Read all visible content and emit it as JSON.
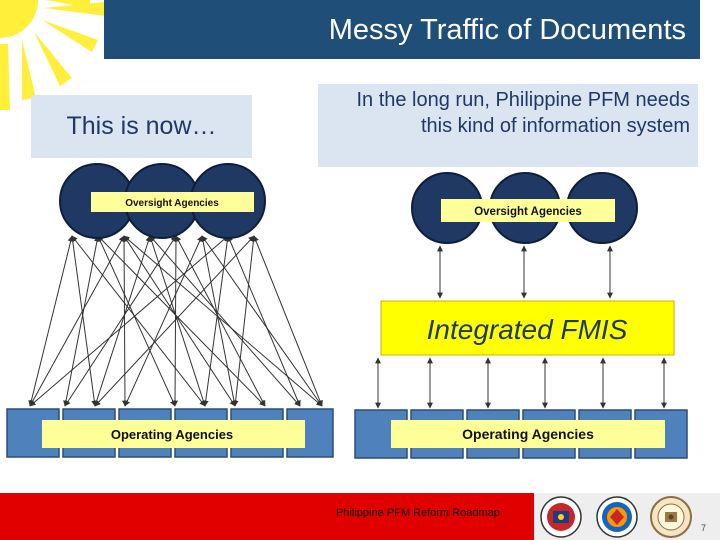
{
  "slide": {
    "title": "Messy Traffic of Documents",
    "left_caption": "This is now…",
    "right_caption": "In the long run, Philippine PFM needs this kind of information system",
    "footer_text": "Philippine PFM Reform Roadmap",
    "page_number": "7"
  },
  "left_diagram": {
    "top_label": "Oversight Agencies",
    "bottom_label": "Operating Agencies"
  },
  "right_diagram": {
    "top_label": "Oversight Agencies",
    "middle_label": "Integrated FMIS",
    "bottom_label": "Operating Agencies"
  },
  "colors": {
    "title_bar": "#1f4e79",
    "circle_fill": "#1f3864",
    "box_fill": "#4f81bd",
    "label_fill": "#ffff99",
    "fmis_fill": "#ffff00",
    "footer_red": "#e00000",
    "sun": "#ffef3a"
  }
}
